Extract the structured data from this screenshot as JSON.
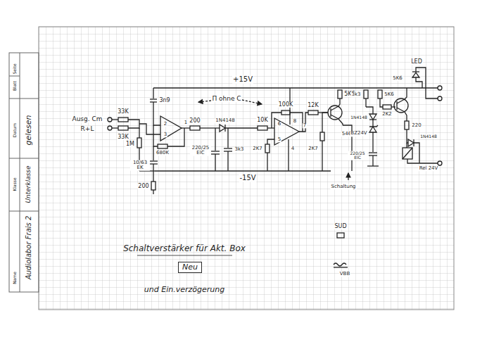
{
  "diagram": {
    "title": "Schaltverstärker für Akt. Box",
    "nodes": [
      {
        "text": [
          "Neu"
        ]
      }
    ],
    "labels": [
      "Seite",
      "Blatt",
      "Datum",
      "gelesen",
      "Klasse",
      "Unterklasse",
      "Name",
      "Audiolabor Frais 2",
      "+15V",
      "-15V",
      "Ausg. Cm",
      "R+L",
      "33K",
      "33K",
      "1M",
      "3n9",
      "2",
      "3",
      "1",
      "680K",
      "10/63 EK",
      "200",
      "200",
      "1N4148",
      "220/25 ElC",
      "3k3",
      "Π ohne C",
      "10K",
      "100K",
      "6",
      "5",
      "8",
      "7",
      "4",
      "2K7",
      "12K",
      "5K6",
      "546 B",
      "2K7",
      "Schaltung",
      "3k3",
      "5K6",
      "2K2",
      "1N4148",
      "BZ24V",
      "220/25 ElC",
      "5K6",
      "LED",
      "220",
      "1N4148",
      "Rel 24V",
      "SUD",
      "VBB",
      "und Ein.verzögerung"
    ]
  }
}
